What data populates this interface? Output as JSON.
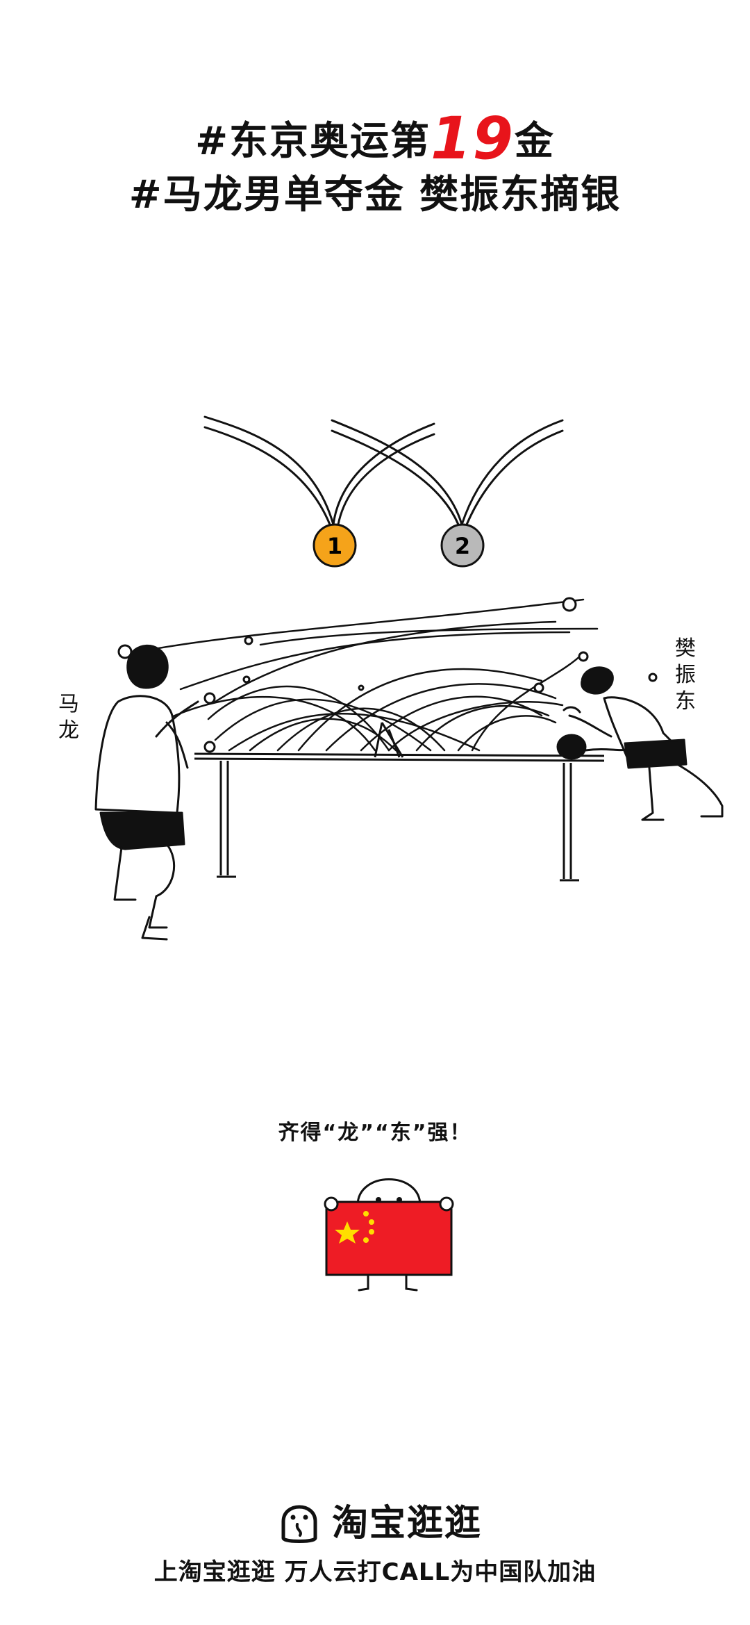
{
  "headline": {
    "line1_prefix": "#东京奥运第",
    "line1_number": "19",
    "line1_suffix": "金",
    "line2": "#马龙男单夺金 樊振东摘银"
  },
  "medals": {
    "gold": "1",
    "silver": "2"
  },
  "players": {
    "left": "马龙",
    "right": "樊振东"
  },
  "cheer": "齐得“龙”“东”强！",
  "brand": {
    "name": "淘宝逛逛",
    "slogan": "上淘宝逛逛 万人云打CALL为中国队加油"
  },
  "colors": {
    "accent_red": "#e8141b",
    "gold": "#f5a31a",
    "silver": "#b9b9b9",
    "flag_red": "#ee1c25",
    "flag_star": "#ffde00"
  }
}
